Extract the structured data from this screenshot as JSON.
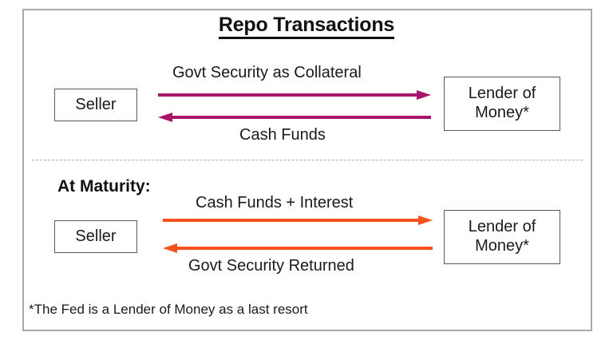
{
  "diagram": {
    "title": "Repo Transactions",
    "section_heading": "At Maturity:",
    "footnote": "*The Fed is a Lender of Money as a last resort",
    "colors": {
      "magenta_arrow": "#A8156B",
      "orange_arrow": "#F4511E",
      "box_border": "#595959",
      "frame_border": "#A9A9A9",
      "divider": "#B0B0B0",
      "text": "#1A1A1A"
    },
    "top_section": {
      "left_entity": "Seller",
      "right_entity_line1": "Lender of",
      "right_entity_line2": "Money*",
      "flow_forward_label": "Govt Security as Collateral",
      "flow_backward_label": "Cash Funds"
    },
    "bottom_section": {
      "left_entity": "Seller",
      "right_entity_line1": "Lender of",
      "right_entity_line2": "Money*",
      "flow_forward_label": "Cash Funds + Interest",
      "flow_backward_label": "Govt Security Returned"
    }
  }
}
